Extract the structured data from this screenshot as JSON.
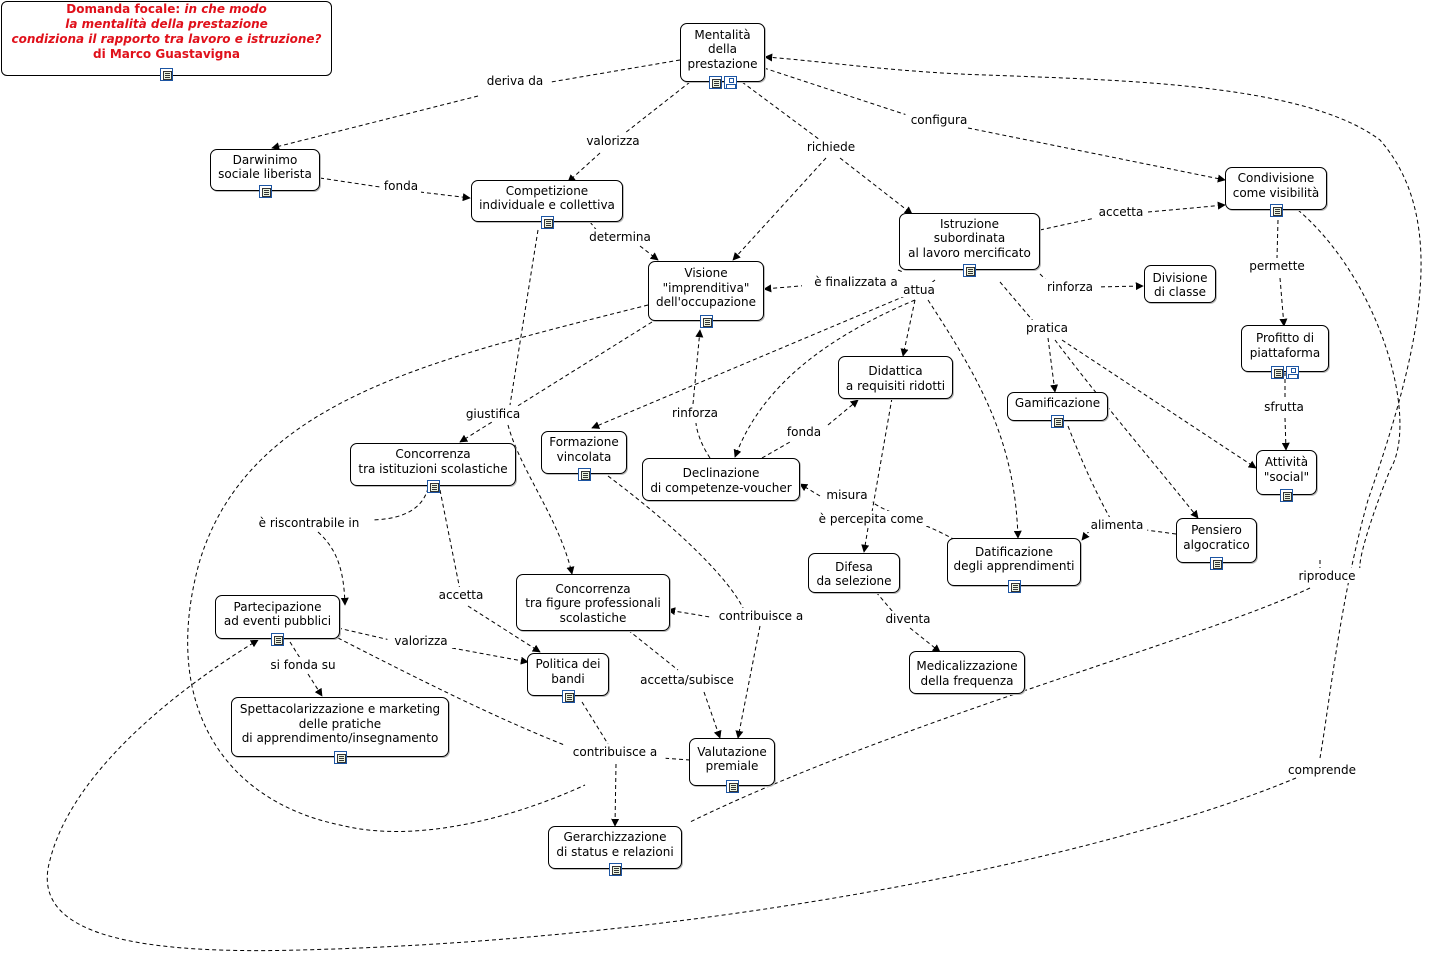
{
  "title": {
    "lines": [
      {
        "plain": "Domanda focale: ",
        "italic": "in che modo"
      },
      {
        "plain": "",
        "italic": "la mentalità della prestazione"
      },
      {
        "plain": "",
        "italic": "condiziona il rapporto tra lavoro e istruzione?"
      },
      {
        "plain": "di Marco Guastavigna",
        "italic": ""
      }
    ]
  },
  "colors": {
    "title": "#e0101a",
    "icon_border": "#1c55a3"
  },
  "icon_names": {
    "doc": "document-icon",
    "map": "submap-icon"
  },
  "nodes": [
    {
      "id": "mentalita",
      "text": "Mentalità\ndella\nprestazione",
      "icons": [
        "doc",
        "map"
      ]
    },
    {
      "id": "darwinismo",
      "text": "Darwinimo\nsociale liberista",
      "icons": [
        "doc"
      ]
    },
    {
      "id": "competizione",
      "text": "Competizione\nindividuale e collettiva",
      "icons": [
        "doc"
      ]
    },
    {
      "id": "condivisione",
      "text": "Condivisione\ncome visibilità",
      "icons": [
        "doc"
      ]
    },
    {
      "id": "istruzione",
      "text": "Istruzione\nsubordinata\nal lavoro mercificato",
      "icons": [
        "doc"
      ]
    },
    {
      "id": "visione",
      "text": "Visione\n\"imprenditiva\"\ndell'occupazione",
      "icons": [
        "doc"
      ]
    },
    {
      "id": "divisione",
      "text": "Divisione\ndi classe",
      "icons": []
    },
    {
      "id": "profitto",
      "text": "Profitto di\npiattaforma",
      "icons": [
        "doc",
        "map"
      ]
    },
    {
      "id": "didattica",
      "text": "Didattica\na requisiti ridotti",
      "icons": []
    },
    {
      "id": "gamificazione",
      "text": "Gamificazione",
      "icons": [
        "doc"
      ]
    },
    {
      "id": "formazione",
      "text": "Formazione\nvincolata",
      "icons": [
        "doc"
      ]
    },
    {
      "id": "concorrenza_ist",
      "text": "Concorrenza\ntra istituzioni scolastiche",
      "icons": [
        "doc"
      ]
    },
    {
      "id": "declinazione",
      "text": "Declinazione\ndi competenze-voucher",
      "icons": []
    },
    {
      "id": "attivita",
      "text": "Attività\n\"social\"",
      "icons": [
        "doc"
      ]
    },
    {
      "id": "pensiero",
      "text": "Pensiero\nalgocratico",
      "icons": [
        "doc"
      ]
    },
    {
      "id": "datificazione",
      "text": "Datificazione\ndegli apprendimenti",
      "icons": [
        "doc"
      ]
    },
    {
      "id": "difesa",
      "text": "Difesa\nda selezione",
      "icons": []
    },
    {
      "id": "concorrenza_fig",
      "text": "Concorrenza\ntra figure professionali\nscolastiche",
      "icons": []
    },
    {
      "id": "partecipazione",
      "text": "Partecipazione\nad eventi pubblici",
      "icons": [
        "doc"
      ]
    },
    {
      "id": "politica",
      "text": "Politica dei\nbandi",
      "icons": [
        "doc"
      ]
    },
    {
      "id": "medicalizzazione",
      "text": "Medicalizzazione\ndella frequenza",
      "icons": []
    },
    {
      "id": "spettacolarizzazione",
      "text": "Spettacolarizzazione e marketing\ndelle pratiche\ndi apprendimento/insegnamento",
      "icons": [
        "doc"
      ]
    },
    {
      "id": "valutazione",
      "text": "Valutazione\npremiale",
      "icons": [
        "doc"
      ]
    },
    {
      "id": "gerarchizzazione",
      "text": "Gerarchizzazione\ndi status e relazioni",
      "icons": [
        "doc"
      ]
    }
  ],
  "link_labels": [
    {
      "id": "deriva_da",
      "text": "deriva da"
    },
    {
      "id": "valorizza_1",
      "text": "valorizza"
    },
    {
      "id": "richiede",
      "text": "richiede"
    },
    {
      "id": "configura",
      "text": "configura"
    },
    {
      "id": "fonda_1",
      "text": "fonda"
    },
    {
      "id": "determina",
      "text": "determina"
    },
    {
      "id": "accetta_1",
      "text": "accetta"
    },
    {
      "id": "finalizzata",
      "text": "è finalizzata a"
    },
    {
      "id": "attua",
      "text": "attua"
    },
    {
      "id": "rinforza_1",
      "text": "rinforza"
    },
    {
      "id": "permette",
      "text": "permette"
    },
    {
      "id": "pratica",
      "text": "pratica"
    },
    {
      "id": "giustifica",
      "text": "giustifica"
    },
    {
      "id": "rinforza_2",
      "text": "rinforza"
    },
    {
      "id": "fonda_2",
      "text": "fonda"
    },
    {
      "id": "sfrutta",
      "text": "sfrutta"
    },
    {
      "id": "riscontrabile",
      "text": "è riscontrabile in"
    },
    {
      "id": "misura",
      "text": "misura"
    },
    {
      "id": "percepita",
      "text": "è percepita come"
    },
    {
      "id": "alimenta",
      "text": "alimenta"
    },
    {
      "id": "riproduce",
      "text": "riproduce"
    },
    {
      "id": "accetta_2",
      "text": "accetta"
    },
    {
      "id": "contribuisce_1",
      "text": "contribuisce a"
    },
    {
      "id": "diventa",
      "text": "diventa"
    },
    {
      "id": "valorizza_2",
      "text": "valorizza"
    },
    {
      "id": "si_fonda",
      "text": "si fonda su"
    },
    {
      "id": "accetta_subisce",
      "text": "accetta/subisce"
    },
    {
      "id": "contribuisce_2",
      "text": "contribuisce a"
    },
    {
      "id": "comprende",
      "text": "comprende"
    }
  ]
}
